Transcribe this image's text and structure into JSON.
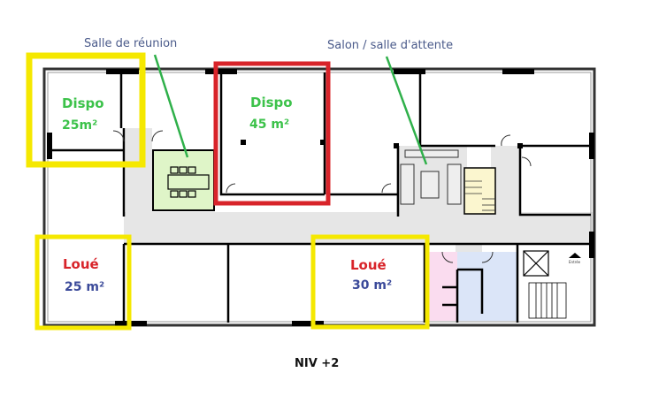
{
  "level_label": "NIV +2",
  "callouts": {
    "meeting_room": "Salle de réunion",
    "lounge": "Salon / salle d'attente"
  },
  "units": [
    {
      "status": "Dispo",
      "area": "25m²",
      "availability": "available"
    },
    {
      "status": "Dispo",
      "area": "45 m²",
      "availability": "available"
    },
    {
      "status": "Loué",
      "area": "25 m²",
      "availability": "rented"
    },
    {
      "status": "Loué",
      "area": "30 m²",
      "availability": "rented"
    }
  ],
  "entrance_label": "Entrée",
  "colors": {
    "available_text": "#3cc24a",
    "rented_text": "#d8242a",
    "area_rented": "#3b4a9a",
    "highlight_yellow": "#f5e800",
    "highlight_red": "#d8242a",
    "corridor": "#e6e6e6",
    "meeting_room": "#dff5c8",
    "stairs": "#fbf6cf",
    "pink": "#fadcef",
    "blue": "#dbe5f8",
    "callout_line": "#2fb04a"
  }
}
